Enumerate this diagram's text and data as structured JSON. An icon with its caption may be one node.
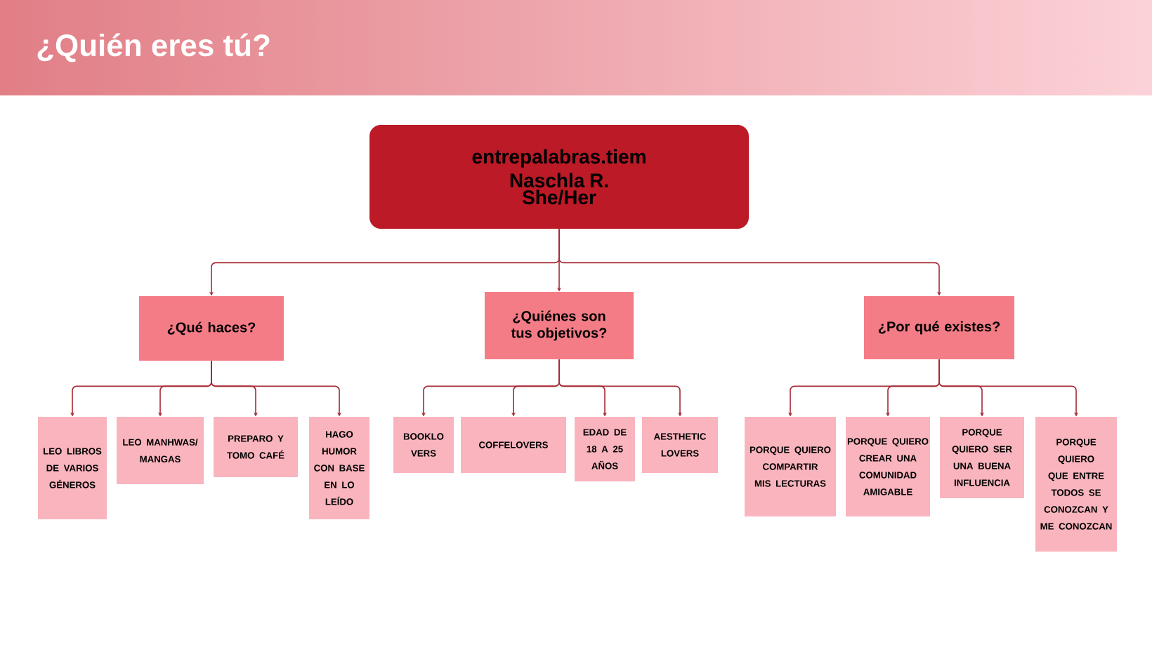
{
  "diagram": {
    "title": "¿Quién eres tú?",
    "nodes": [
      {
        "text": [
          "entrepalabras.tiem",
          "Naschla R.",
          "She/Her"
        ]
      },
      {
        "text": [
          "¿Qué haces?"
        ]
      },
      {
        "text": [
          "¿Quiénes son tus objetivos?"
        ]
      },
      {
        "text": [
          "¿Por qué existes?"
        ]
      },
      {
        "text": [
          "LEO LIBROS DE VARIOS GÉNEROS"
        ]
      },
      {
        "text": [
          "LEO MANHWAS/ MANGAS"
        ]
      },
      {
        "text": [
          "PREPARO Y TOMO CAFÉ"
        ]
      },
      {
        "text": [
          "HAGO HUMOR CON BASE EN LO LEÍDO"
        ]
      },
      {
        "text": [
          "BOOKLO VERS"
        ]
      },
      {
        "text": [
          "COFFELOVERS"
        ]
      },
      {
        "text": [
          "EDAD DE 18 A 25 AÑOS"
        ]
      },
      {
        "text": [
          "AESTHETIC LOVERS"
        ]
      },
      {
        "text": [
          "PORQUE QUIERO COMPARTIR MIS LECTURAS"
        ]
      },
      {
        "text": [
          "PORQUE QUIERO CREAR UNA COMUNIDAD AMIGABLE"
        ]
      },
      {
        "text": [
          "PORQUE QUIERO SER UNA BUENA INFLUENCIA"
        ]
      },
      {
        "text": [
          "PORQUE QUIERO QUE ENTRE TODOS SE CONOZCAN Y ME CONOZCAN"
        ]
      }
    ],
    "edges": [
      {
        "from": 0,
        "to": 1,
        "arrow": "to"
      },
      {
        "from": 0,
        "to": 2,
        "arrow": "to"
      },
      {
        "from": 0,
        "to": 3,
        "arrow": "to"
      },
      {
        "from": 1,
        "to": 4,
        "arrow": "to"
      },
      {
        "from": 1,
        "to": 5,
        "arrow": "to"
      },
      {
        "from": 1,
        "to": 6,
        "arrow": "to"
      },
      {
        "from": 1,
        "to": 7,
        "arrow": "to"
      },
      {
        "from": 2,
        "to": 8,
        "arrow": "to"
      },
      {
        "from": 2,
        "to": 9,
        "arrow": "to"
      },
      {
        "from": 2,
        "to": 10,
        "arrow": "to"
      },
      {
        "from": 2,
        "to": 11,
        "arrow": "to"
      },
      {
        "from": 3,
        "to": 12,
        "arrow": "to"
      },
      {
        "from": 3,
        "to": 13,
        "arrow": "to"
      },
      {
        "from": 3,
        "to": 14,
        "arrow": "to"
      },
      {
        "from": 3,
        "to": 15,
        "arrow": "to"
      }
    ]
  }
}
